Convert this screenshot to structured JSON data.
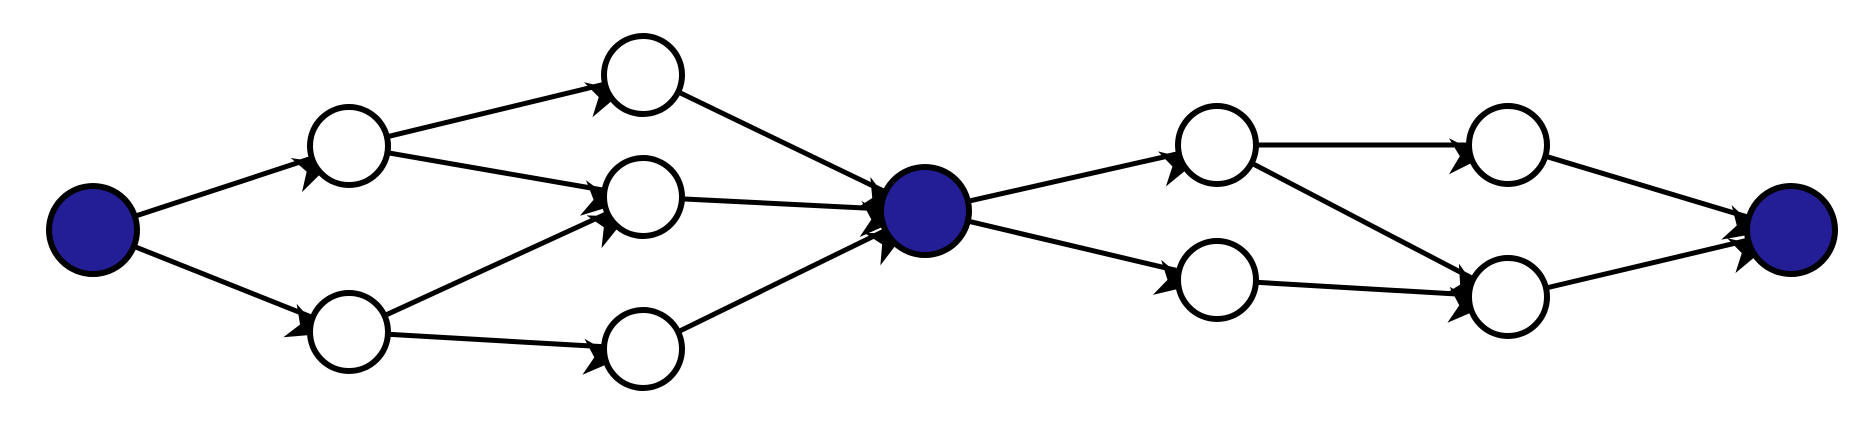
{
  "diagram": {
    "type": "directed-graph",
    "colors": {
      "highlight_fill": "#231d96",
      "plain_fill": "#ffffff",
      "stroke": "#000000"
    },
    "nodes": [
      {
        "id": "n1",
        "highlighted": true
      },
      {
        "id": "n2",
        "highlighted": false
      },
      {
        "id": "n3",
        "highlighted": false
      },
      {
        "id": "n4",
        "highlighted": false
      },
      {
        "id": "n5",
        "highlighted": false
      },
      {
        "id": "n6",
        "highlighted": false
      },
      {
        "id": "n7",
        "highlighted": true
      },
      {
        "id": "n8",
        "highlighted": false
      },
      {
        "id": "n9",
        "highlighted": false
      },
      {
        "id": "n10",
        "highlighted": false
      },
      {
        "id": "n11",
        "highlighted": false
      },
      {
        "id": "n12",
        "highlighted": true
      }
    ],
    "edges": [
      {
        "from": "n1",
        "to": "n2"
      },
      {
        "from": "n1",
        "to": "n3"
      },
      {
        "from": "n2",
        "to": "n4"
      },
      {
        "from": "n2",
        "to": "n5"
      },
      {
        "from": "n3",
        "to": "n5"
      },
      {
        "from": "n3",
        "to": "n6"
      },
      {
        "from": "n4",
        "to": "n7"
      },
      {
        "from": "n5",
        "to": "n7"
      },
      {
        "from": "n6",
        "to": "n7"
      },
      {
        "from": "n7",
        "to": "n8"
      },
      {
        "from": "n7",
        "to": "n9"
      },
      {
        "from": "n8",
        "to": "n10"
      },
      {
        "from": "n8",
        "to": "n11"
      },
      {
        "from": "n9",
        "to": "n11"
      },
      {
        "from": "n10",
        "to": "n12"
      },
      {
        "from": "n11",
        "to": "n12"
      }
    ]
  }
}
